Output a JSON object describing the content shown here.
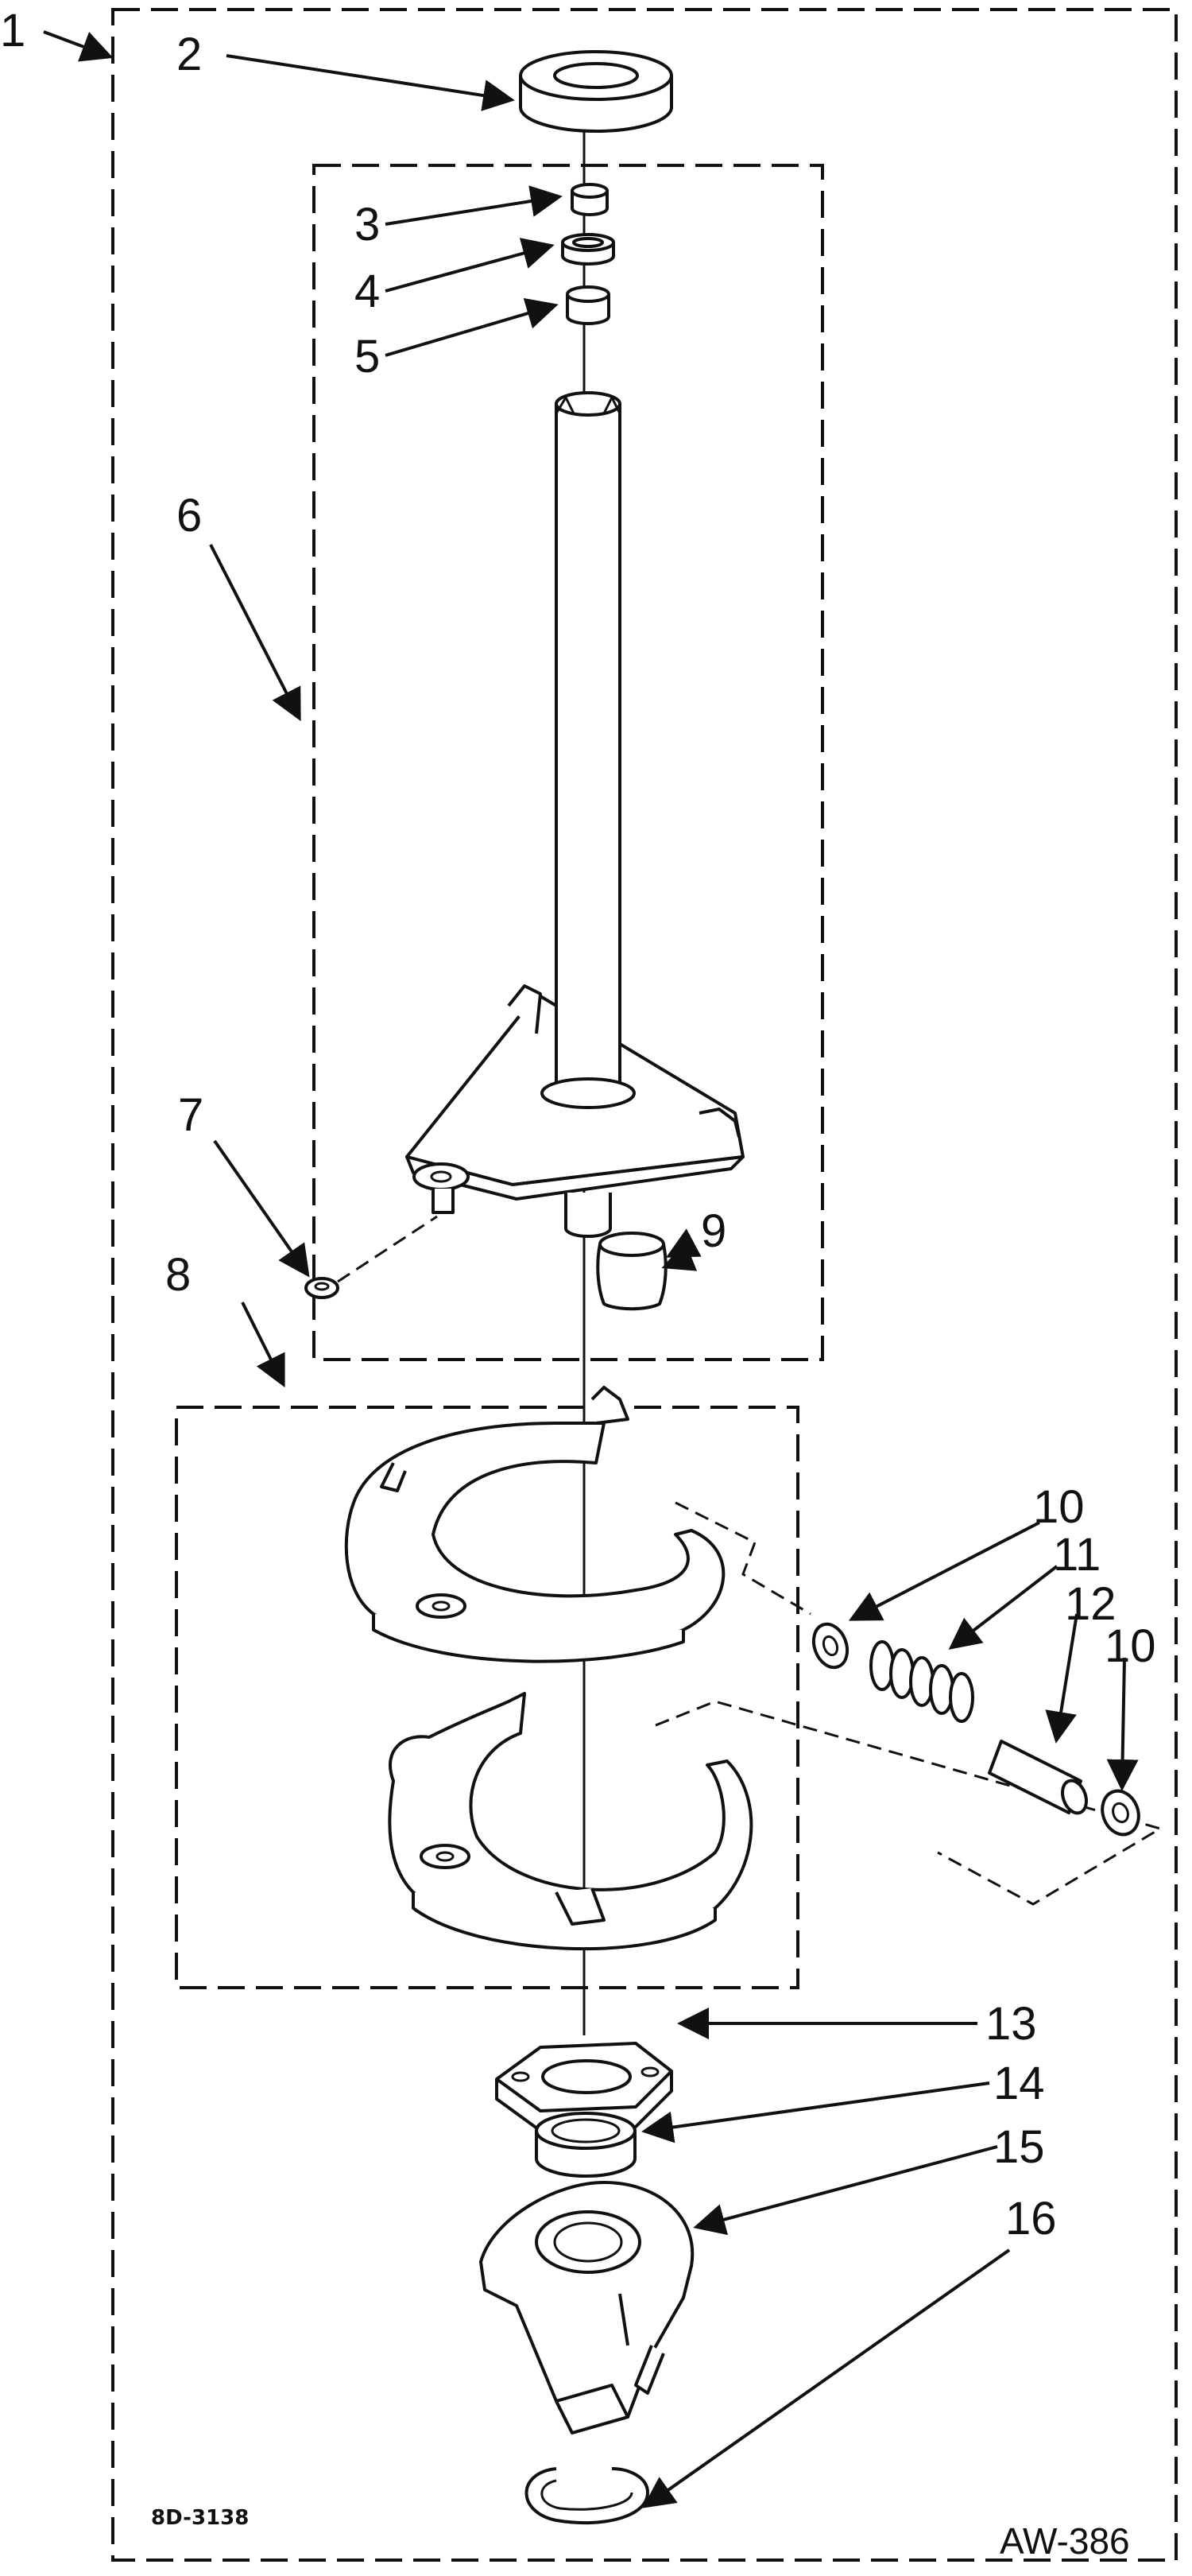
{
  "diagram": {
    "callouts": [
      "1",
      "2",
      "3",
      "4",
      "5",
      "6",
      "7",
      "8",
      "9",
      "10",
      "11",
      "12",
      "10",
      "13",
      "14",
      "15",
      "16"
    ],
    "drawing_code": "8D-3138",
    "reference_code": "AW-386"
  }
}
